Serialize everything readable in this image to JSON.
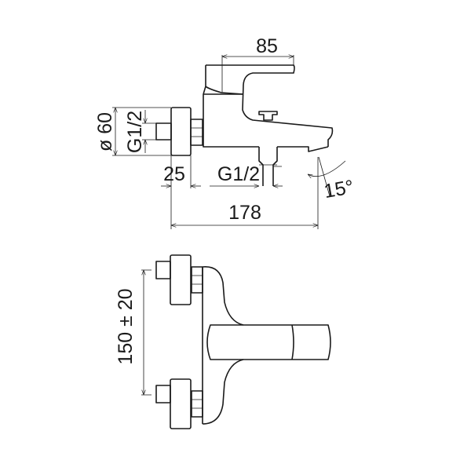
{
  "side_view": {
    "dim_handle_reach": "85",
    "dim_flange_diameter": "ø 60",
    "dim_inlet_thread": "G1/2",
    "dim_wall_offset": "25",
    "dim_outlet_thread": "G1/2",
    "dim_total_projection": "178",
    "dim_spout_angle": "15°"
  },
  "front_view": {
    "dim_inlet_spacing": "150 ± 20"
  },
  "colors": {
    "line": "#1a1a1a",
    "background": "#ffffff"
  }
}
